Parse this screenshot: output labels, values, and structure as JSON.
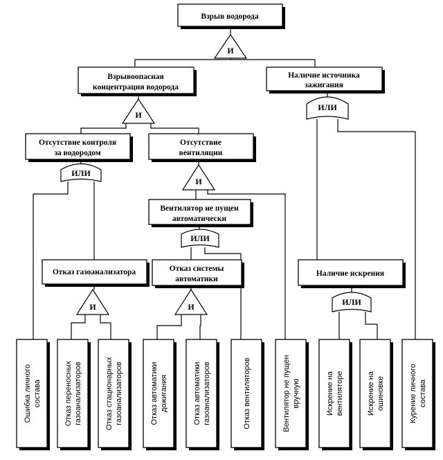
{
  "events": {
    "top": "Взрыв водорода",
    "explosive_conc": [
      "Взрывоопасная",
      "концентрация водорода"
    ],
    "ignition_source": [
      "Наличие источника",
      "зажигания"
    ],
    "no_h2_control": [
      "Отсутствие контроля",
      "за водородом"
    ],
    "no_ventilation": [
      "Отсутствие",
      "вентиляции"
    ],
    "fan_not_auto": [
      "Вентилятор не пущен",
      "автоматически"
    ],
    "gas_analyzer_fail": "Отказ газоанализатора",
    "automation_fail": [
      "Отказ системы",
      "автоматики"
    ],
    "sparking": "Наличие искрения"
  },
  "basic_events": {
    "personnel_error": [
      "Ошибка личного",
      "состава"
    ],
    "portable_analyzers": [
      "Отказ переносных",
      "газоанализаторов"
    ],
    "stationary_analyzers": [
      "Отказ стационарных",
      "газоанализаторов"
    ],
    "rain_automation": [
      "Отказ автоматики",
      "дожигания"
    ],
    "analyzer_automation": [
      "Отказ автоматики",
      "газоанализаторов"
    ],
    "fans_fail": [
      "Отказ вентиляторов"
    ],
    "fan_manual": [
      "Вентилятор не пущен",
      "вручную"
    ],
    "fan_sparking": [
      "Искрение на",
      "вентиляторе"
    ],
    "bus_sparking": [
      "Искрение на",
      "ошиновке"
    ],
    "smoking": [
      "Курение личного",
      "состава"
    ]
  },
  "gates": {
    "and_label": "И",
    "or_label": "ИЛИ"
  }
}
